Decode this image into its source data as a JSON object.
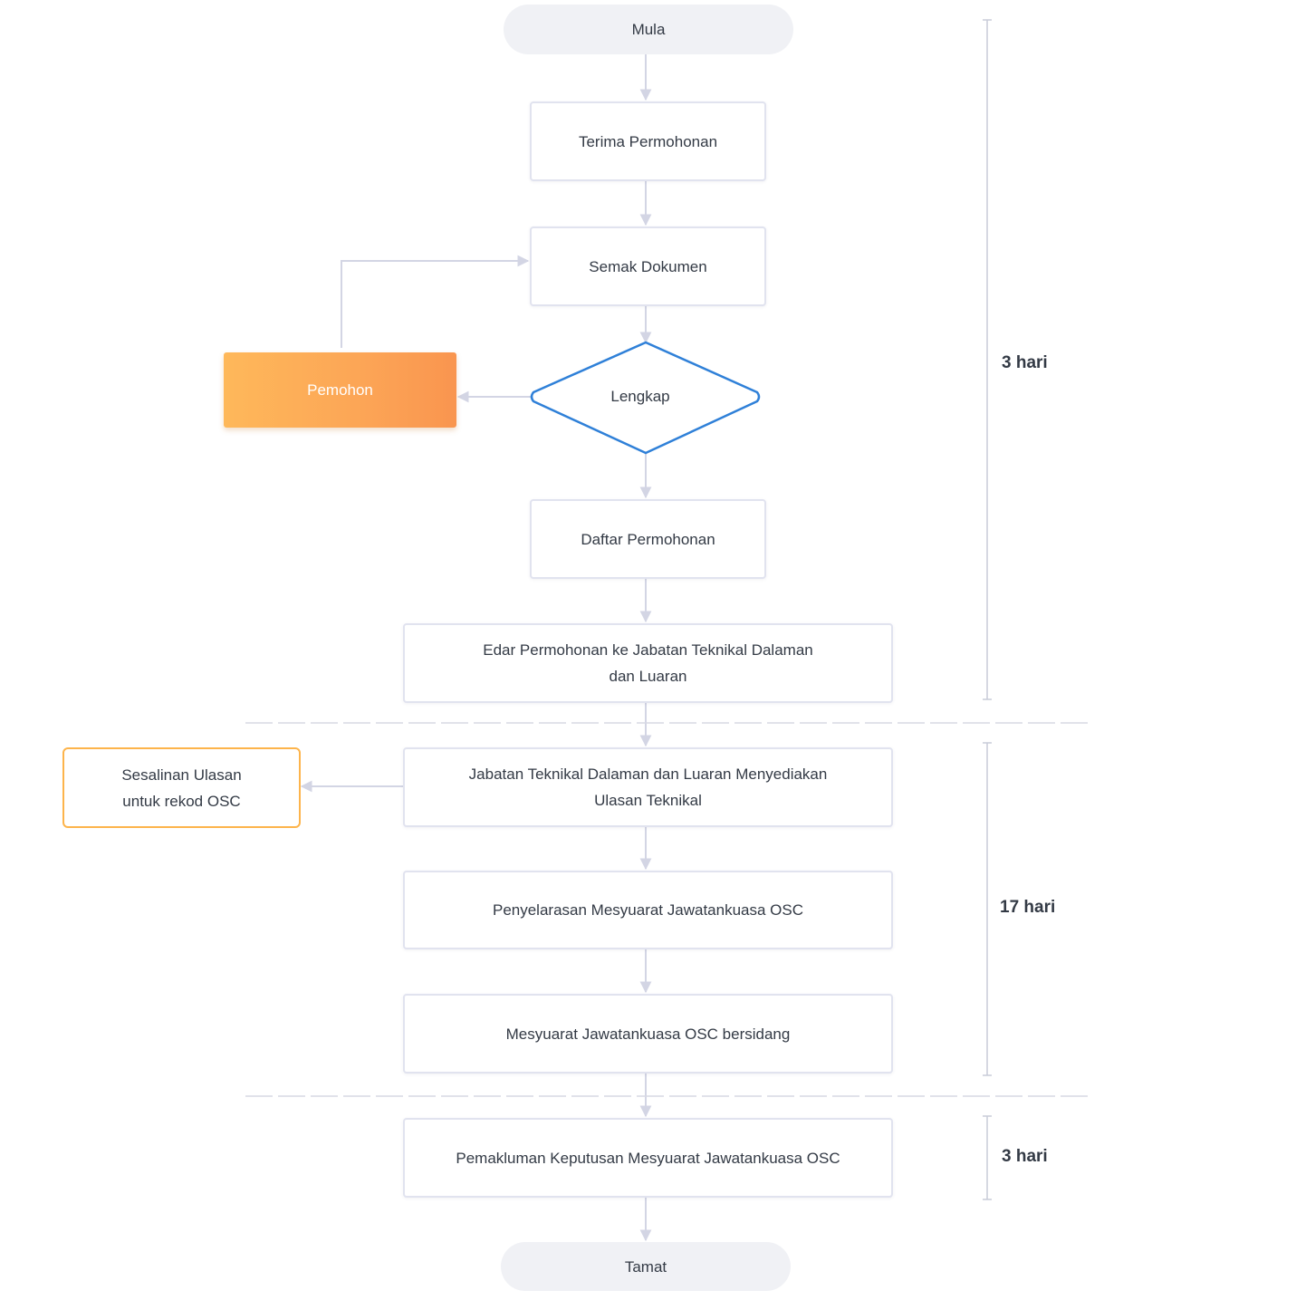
{
  "flow": {
    "start": "Mula",
    "end": "Tamat",
    "steps": {
      "terima": "Terima Permohonan",
      "semak": "Semak Dokumen",
      "lengkap": "Lengkap",
      "pemohon": "Pemohon",
      "daftar": "Daftar Permohonan",
      "edar_line1": "Edar Permohonan ke Jabatan Teknikal Dalaman",
      "edar_line2": "dan Luaran",
      "jabatan_line1": "Jabatan Teknikal Dalaman dan Luaran Menyediakan",
      "jabatan_line2": "Ulasan Teknikal",
      "sesalinan_line1": "Sesalinan Ulasan",
      "sesalinan_line2": "untuk rekod OSC",
      "penyelarasan": "Penyelarasan Mesyuarat Jawatankuasa OSC",
      "mesyuarat": "Mesyuarat Jawatankuasa OSC bersidang",
      "pemakluman": "Pemakluman Keputusan Mesyuarat Jawatankuasa OSC"
    }
  },
  "durations": {
    "phase1": "3 hari",
    "phase2": "17 hari",
    "phase3": "3 hari"
  },
  "colors": {
    "connector": "#d3d5e4",
    "decision_border": "#2f80d8",
    "applicant_gradient_start": "#feb85a",
    "applicant_gradient_end": "#f9954f",
    "copy_border": "#fdb44b"
  }
}
